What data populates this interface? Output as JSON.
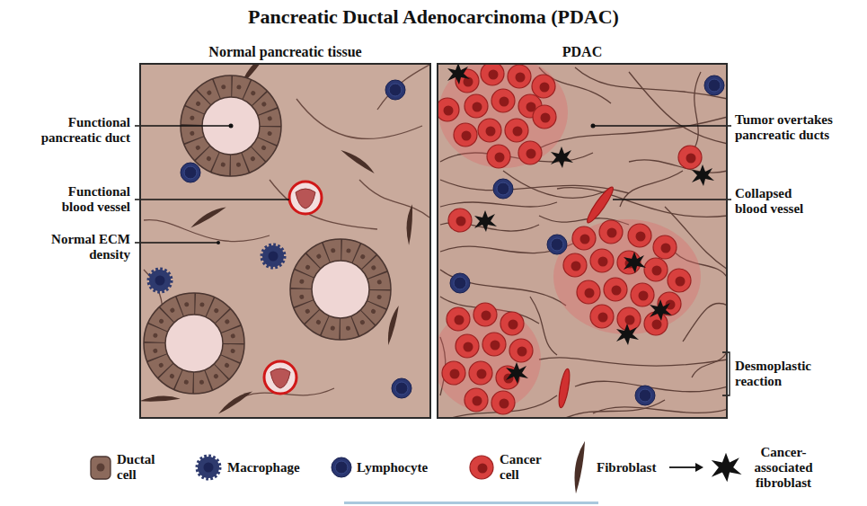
{
  "diagram": {
    "title": "Pancreatic Ductal Adenocarcinoma (PDAC)",
    "nodes": [
      {
        "text": [
          "Normal pancreatic tissue"
        ]
      },
      {
        "text": [
          "PDAC"
        ]
      }
    ],
    "labels": [
      "Functional pancreatic duct",
      "Functional blood vessel",
      "Normal ECM density",
      "Tumor overtakes pancreatic ducts",
      "Collapsed blood vessel",
      "Desmoplastic reaction"
    ],
    "legend": [
      {
        "text": "Ductal cell"
      },
      {
        "text": "Macrophage"
      },
      {
        "text": "Lymphocyte"
      },
      {
        "text": "Cancer cell"
      },
      {
        "text": "Fibroblast"
      },
      {
        "text": "Cancer-associated fibroblast"
      }
    ]
  }
}
